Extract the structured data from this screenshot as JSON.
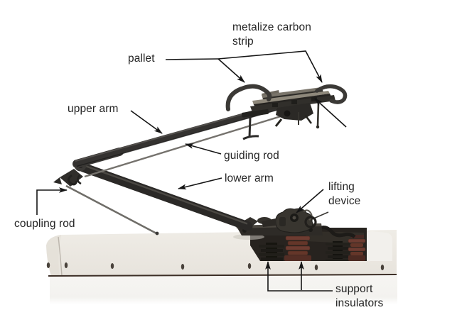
{
  "diagram": {
    "subject": "pantograph labeled diagram",
    "labels": {
      "metalize_carbon_strip": {
        "line1": "metalize carbon",
        "line2": "strip"
      },
      "pallet": "pallet",
      "upper_arm": "upper arm",
      "guiding_rod": "guiding rod",
      "lower_arm": "lower arm",
      "lifting_device": {
        "line1": "lifting",
        "line2": "device"
      },
      "coupling_rod": "coupling rod",
      "support_insulators": {
        "line1": "support",
        "line2": "insulators"
      }
    },
    "colors": {
      "background": "#ffffff",
      "label_text": "#242424",
      "annotation_line": "#161616",
      "machinery_dark": "#2c2a27",
      "arm_tube": "#343230",
      "thin_rod": "#75726d",
      "carbon_strip_top": "#8e887b",
      "insulator_maroon": "#6d3c31",
      "roof_white": "#edeae4",
      "roof_trim_line": "#3c2e26"
    }
  }
}
